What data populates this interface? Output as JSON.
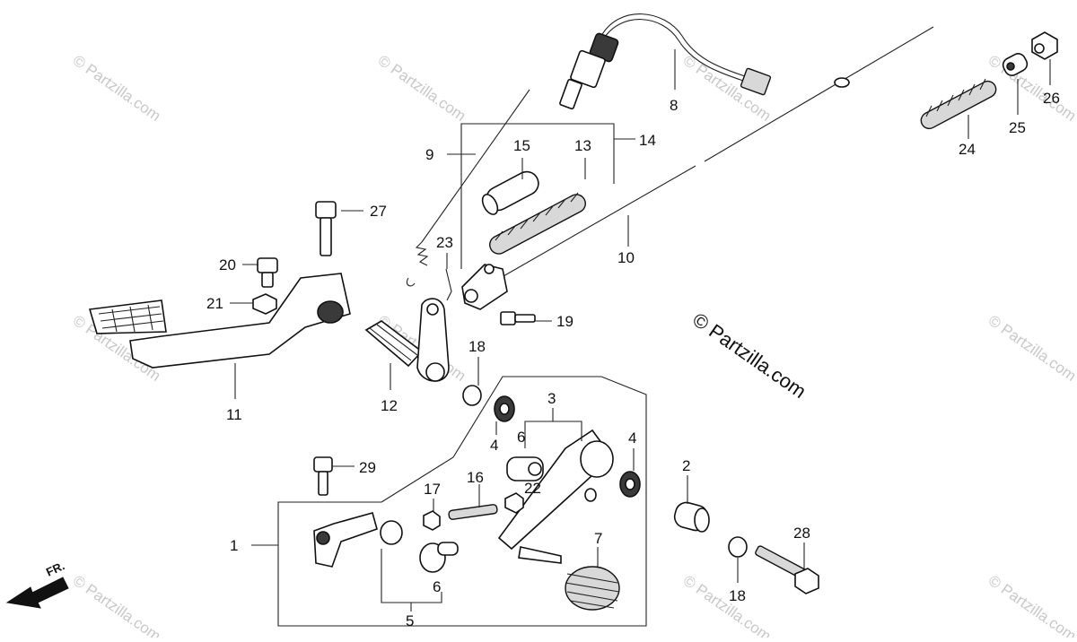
{
  "watermark": "© Partzilla.com",
  "credit": "© Partzilla.com",
  "direction_label": "FR.",
  "callouts": {
    "c1": "1",
    "c2": "2",
    "c3": "3",
    "c4a": "4",
    "c4b": "4",
    "c5": "5",
    "c6a": "6",
    "c6b": "6",
    "c7": "7",
    "c8": "8",
    "c9": "9",
    "c10": "10",
    "c11": "11",
    "c12": "12",
    "c13": "13",
    "c14": "14",
    "c15": "15",
    "c16": "16",
    "c17": "17",
    "c18a": "18",
    "c18b": "18",
    "c19": "19",
    "c20": "20",
    "c21": "21",
    "c22": "22",
    "c23": "23",
    "c24": "24",
    "c25": "25",
    "c26": "26",
    "c27": "27",
    "c28": "28",
    "c29": "29"
  }
}
